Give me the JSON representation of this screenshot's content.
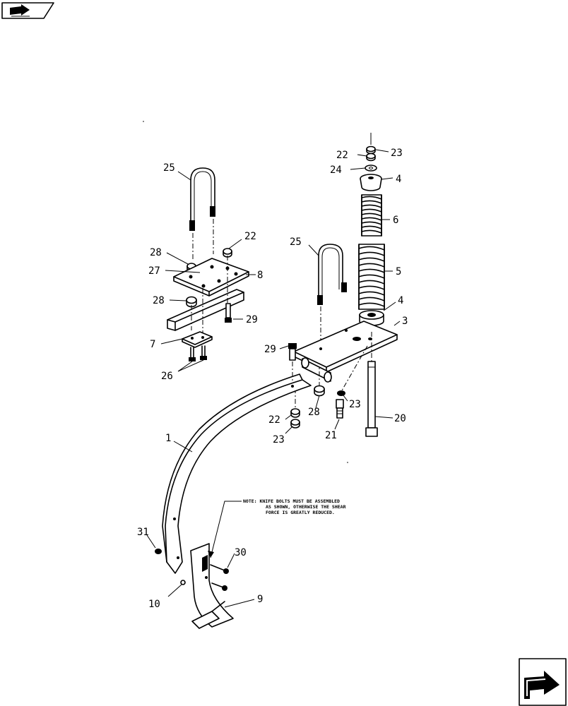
{
  "callouts": [
    {
      "id": "c25a",
      "text": "25"
    },
    {
      "id": "c22a",
      "text": "22"
    },
    {
      "id": "c28a",
      "text": "28"
    },
    {
      "id": "c27",
      "text": "27"
    },
    {
      "id": "c8",
      "text": "8"
    },
    {
      "id": "c28b",
      "text": "28"
    },
    {
      "id": "c29a",
      "text": "29"
    },
    {
      "id": "c7",
      "text": "7"
    },
    {
      "id": "c26",
      "text": "26"
    },
    {
      "id": "c23a",
      "text": "23"
    },
    {
      "id": "c22b",
      "text": "22"
    },
    {
      "id": "c24",
      "text": "24"
    },
    {
      "id": "c4a",
      "text": "4"
    },
    {
      "id": "c6",
      "text": "6"
    },
    {
      "id": "c25b",
      "text": "25"
    },
    {
      "id": "c5",
      "text": "5"
    },
    {
      "id": "c4b",
      "text": "4"
    },
    {
      "id": "c3",
      "text": "3"
    },
    {
      "id": "c29b",
      "text": "29"
    },
    {
      "id": "c23b",
      "text": "23"
    },
    {
      "id": "c20",
      "text": "20"
    },
    {
      "id": "c28c",
      "text": "28"
    },
    {
      "id": "c22c",
      "text": "22"
    },
    {
      "id": "c23c",
      "text": "23"
    },
    {
      "id": "c21",
      "text": "21"
    },
    {
      "id": "c1",
      "text": "1"
    },
    {
      "id": "c31",
      "text": "31"
    },
    {
      "id": "c30",
      "text": "30"
    },
    {
      "id": "c10",
      "text": "10"
    },
    {
      "id": "c9",
      "text": "9"
    }
  ],
  "note": {
    "line1": "NOTE: KNIFE BOLTS MUST BE ASSEMBLED",
    "line2": "AS SHOWN, OTHERWISE THE SHEAR",
    "line3": "FORCE IS GREATLY REDUCED."
  },
  "icons": {
    "top_left": "book-arrow-icon",
    "bottom_right": "next-page-arrow-icon"
  }
}
